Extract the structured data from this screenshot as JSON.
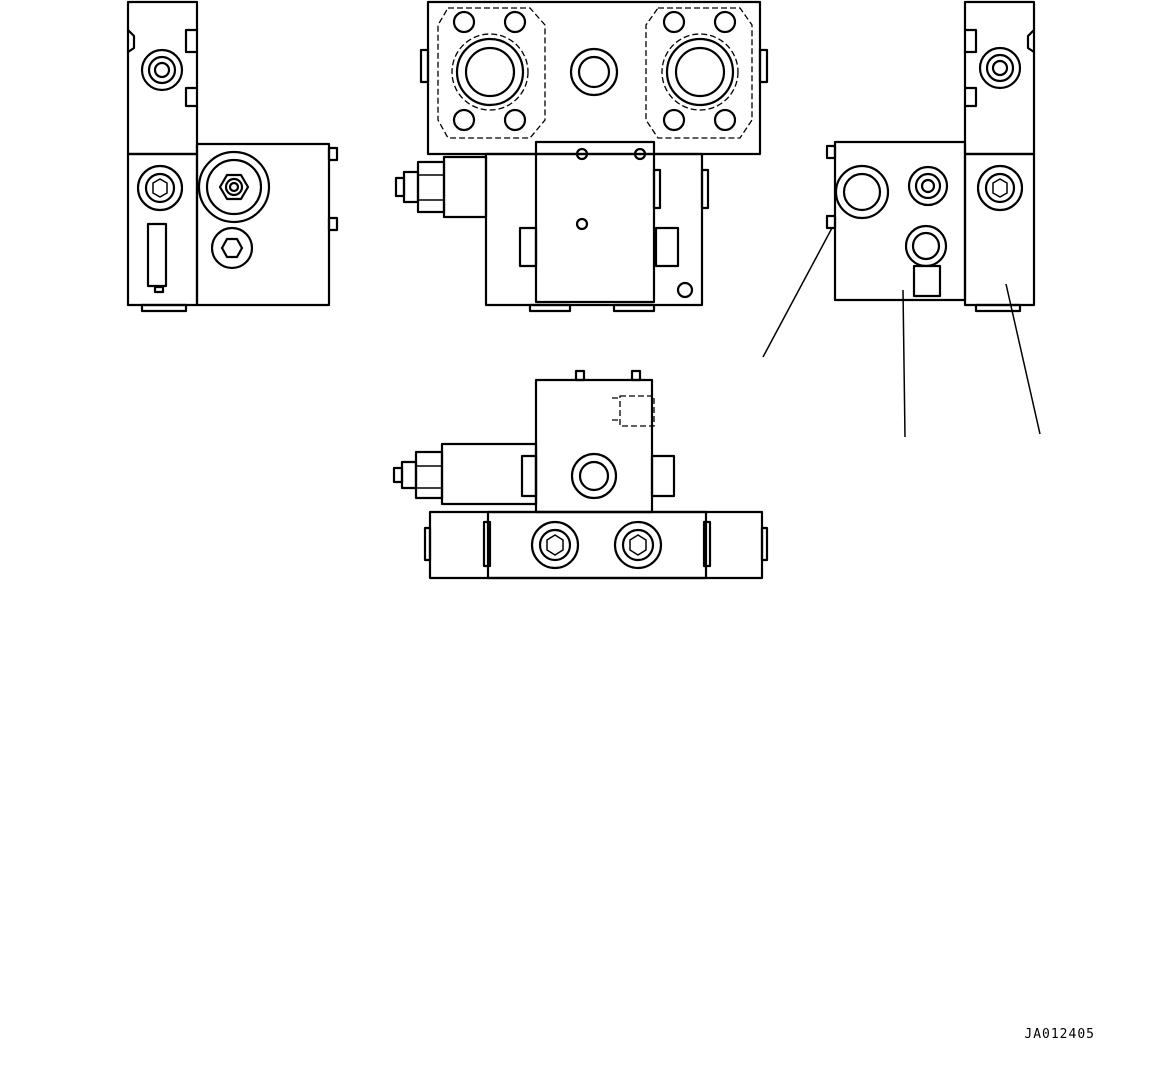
{
  "drawing": {
    "code_label": "JA012405",
    "views": [
      "left-side-view",
      "front-view",
      "right-side-view",
      "top-view"
    ],
    "leader_count": 3
  }
}
